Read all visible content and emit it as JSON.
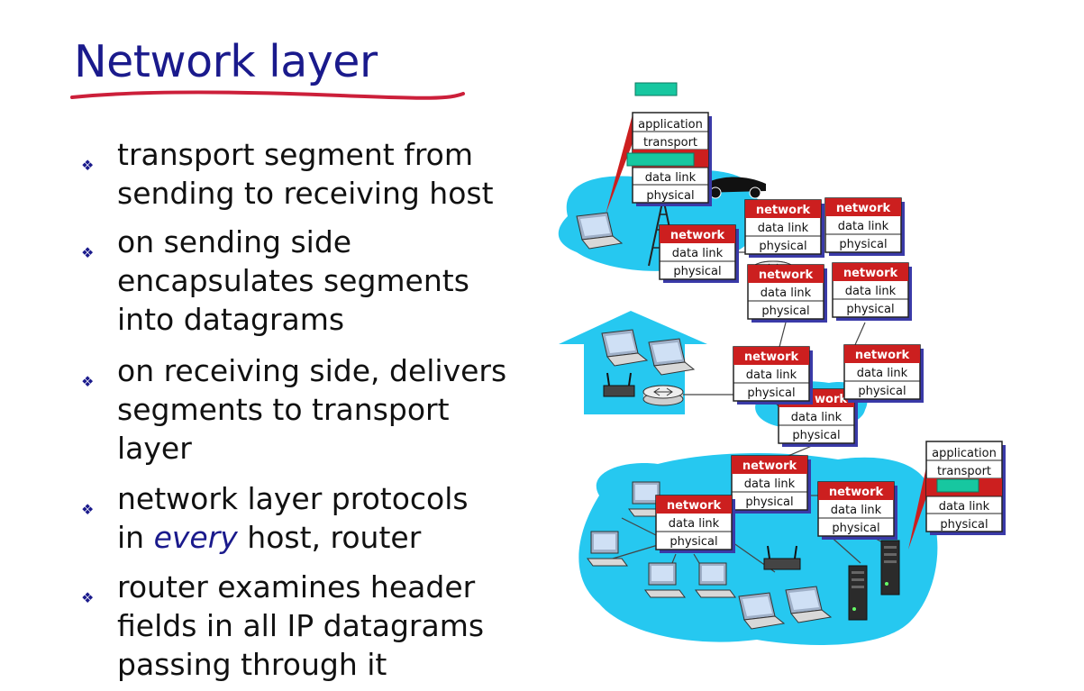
{
  "title": "Network layer",
  "bullets": [
    {
      "lines": [
        "transport segment from",
        "sending to receiving host"
      ]
    },
    {
      "lines": [
        "on sending side",
        "encapsulates segments",
        "into datagrams"
      ]
    },
    {
      "lines": [
        "on receiving side, delivers",
        "segments to transport",
        "layer"
      ]
    },
    {
      "pre": "network layer protocols",
      "line2_pre": "in ",
      "emph": "every",
      "line2_post": " host, router"
    },
    {
      "lines": [
        "router examines header",
        "fields in all IP datagrams",
        "passing through it"
      ]
    }
  ],
  "layers": {
    "application": "application",
    "transport": "transport",
    "network": "network",
    "data_link": "data link",
    "physical": "physical",
    "network_partial": "work"
  },
  "colors": {
    "title": "#1a1a8c",
    "underline": "#cc1f3a",
    "cloud": "#26c8f0",
    "network_band": "#cc1f1f",
    "packet": "#17c7a0"
  }
}
